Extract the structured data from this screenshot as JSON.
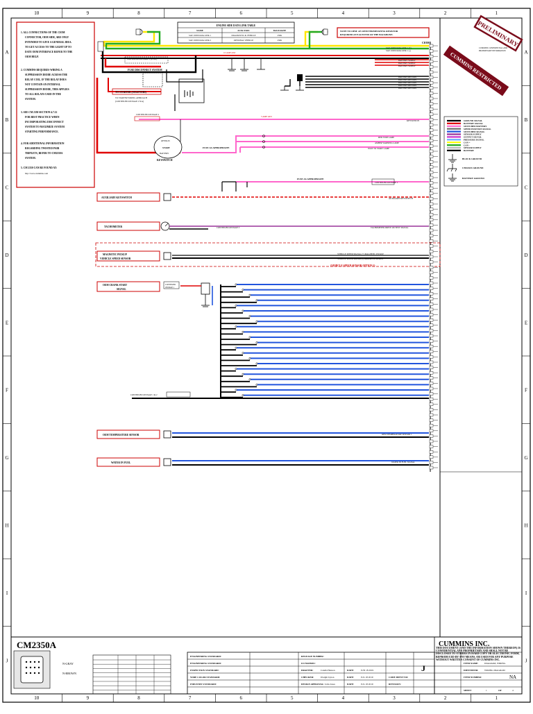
{
  "grid": {
    "columns": [
      "10",
      "9",
      "8",
      "7",
      "6",
      "5",
      "4",
      "3",
      "2",
      "1"
    ],
    "rows": [
      "A",
      "B",
      "C",
      "D",
      "E",
      "F",
      "G",
      "H",
      "I",
      "J"
    ]
  },
  "notes": {
    "text": "1. ALL CONNECTIONS OF THE CIOM CONNECTOR, OEM SIDE, ARE ONLY INTENDED TO GIVE A GENERAL IDEA. 2. CUMMINS REQUIRES WIRING A SUPPRESSION DIODE ACROSS THE RELAY COIL. 3. SEE CM 2350 SECTION. 4. FOR ADDITIONAL INFORMATION. 5. CM 2350 CAN BE FOUND AT: http://www.cummins.com"
  },
  "stamps": {
    "preliminary": "PRELIMINARY",
    "restricted": "CUMMINS RESTRICTED"
  },
  "datalink_table": {
    "title": "ENGINE SIDE DATA LINK TABLE"
  },
  "labels": {
    "note_end_resistor": "NOTE TO OEM: AN OEM TERMINATING RESISTOR REQUIRED AT EACH END OF THE BACKBONE.",
    "main_power_relay": "MAIN POWER RELAY",
    "fuse_disconnect": "FUSE DISCONNECT SYSTEM",
    "to_starter": "TO STARTER (SOLENOID)",
    "keyswitch": "KEYSWITCH",
    "start_label": "START",
    "fuse_appropriate": "FUSE AS APPROPRIATE",
    "auxiliary_keyswitch": "AUXILIARY KEYSWITCH",
    "tachometer": "TACHOMETER",
    "vss": "MAGNETIC PICKUP VEHICLE SPEED SENSOR",
    "vss_option": "(VEHICLE SPEED SENSOR OPTION 1)",
    "oem_crank": "OEM CRANK START SIGNAL",
    "oem_temp": "OEM TEMPERATURE SENSOR",
    "water_in_fuel": "WATER IN FUEL",
    "ciom": "CIOM",
    "legend_title": "LEGEND",
    "block_ground": "BLOCK GROUND",
    "chassis_ground": "CHASSIS GROUND",
    "battery_ground": "BATTERY GROUND"
  },
  "legend_items": [
    {
      "label": "GROUND SIGNAL",
      "color": "#000000"
    },
    {
      "label": "BATTERY SIGNAL",
      "color": "#e00000"
    },
    {
      "label": "SWITCHED BATTERY",
      "color": "#ff66cc"
    },
    {
      "label": "SPEED POSITION SIGNAL",
      "color": "#666666"
    },
    {
      "label": "SWITCHED SIGNAL",
      "color": "#2255dd"
    },
    {
      "label": "SENSOR SUPPLY",
      "color": "#993399"
    },
    {
      "label": "OUTPUT SIGNAL",
      "color": "#cc33cc"
    },
    {
      "label": "PRESSURE SIGNAL",
      "color": "#66aaff"
    },
    {
      "label": "CAN +",
      "color": "#ffff00"
    },
    {
      "label": "CAN -",
      "color": "#22aa22"
    },
    {
      "label": "SENSOR SUPPLY",
      "color": "#bbbbbb"
    },
    {
      "label": "BATTERY",
      "color": "#000000"
    }
  ],
  "title_block": {
    "model": "CM2350A",
    "company": "CUMMINS INC.",
    "confidential": "THIS DOCUMENT (AND THE INFORMATION SHOWN THEREON) IS CONFIDENTIAL AND PROPRIETARY AND SHALL NOT BE DISCLOSED TO OTHERS IN HARD COPY OR ELECTRONIC FORM, REPRODUCED BY ANY MEANS, OR USED FOR ANY PURPOSE WITHOUT WRITTEN CONSENT OF CUMMINS INC.",
    "n_gray": "N-GRAY",
    "n_brown": "N-BROWN",
    "rev": "J",
    "na": "NA",
    "sheet": "1",
    "of": "OF",
    "sheets": "4",
    "item_name": "ITEM NAME:",
    "item_name_val": "DIAGRAM, WIRING",
    "identifier": "IDENTIFIER:",
    "identifier_val": "WIRING DIAGRAM",
    "item_number": "ITEM NUMBER:",
    "engineering_std": "ENGINEERING STANDARD:",
    "drafter": "DRAFTER:",
    "checker": "CHECKER:",
    "design_approval": "DESIGN APPROVAL:",
    "release_number": "RELEASE NUMBER:",
    "date_label": "DATE:",
    "code_ident": "CODE IDENT NO:",
    "revision": "REVISION:",
    "drafter_name": "Candis Hanson",
    "checker_name": "Dwight Upton",
    "approval_name": "John Jones",
    "date1": "JUN 18 2019",
    "date2": "JUL 18 2019",
    "date3": "JUL 18 2019",
    "sheet_label": "SHEET"
  }
}
